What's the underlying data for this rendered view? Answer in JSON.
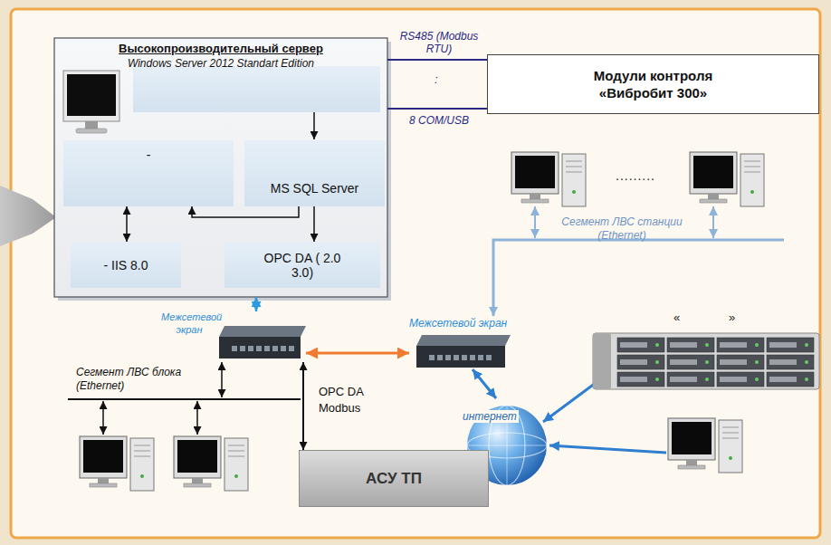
{
  "diagram": {
    "nodes": [
      {
        "text": [
          "Высокопроизводительный сервер",
          "Windows Server 2012 Standart Edition"
        ]
      },
      {
        "text": [
          "-"
        ],
        "in": 0
      },
      {
        "text": [
          "MS SQL Server"
        ],
        "in": 0
      },
      {
        "text": [
          "- IIS 8.0"
        ],
        "in": 0
      },
      {
        "text": [
          "OPC DA ( 2.0 3.0)"
        ],
        "in": 0
      },
      {
        "text": [
          "Модули контроля «Вибробит 300»"
        ]
      },
      {
        "text": [
          "Межсетевой экран"
        ]
      },
      {
        "text": [
          "Межсетевой экран"
        ]
      },
      {
        "text": [
          "интернет"
        ]
      },
      {
        "text": [
          "АСУ ТП"
        ]
      }
    ],
    "edges": [
      {
        "from": 0,
        "to": 5,
        "arrow": "none",
        "label": "RS485 (Modbus RTU)"
      },
      {
        "from": 0,
        "to": 5,
        "arrow": "none",
        "label": "8 COM/USB"
      },
      {
        "from": 2,
        "to": 1,
        "arrow": "to"
      },
      {
        "from": 1,
        "to": 3,
        "arrow": "both"
      },
      {
        "from": 2,
        "to": 4,
        "arrow": "to"
      },
      {
        "from": 0,
        "to": 6,
        "arrow": "both"
      },
      {
        "from": 6,
        "to": 7,
        "arrow": "both"
      },
      {
        "from": 6,
        "to": 9,
        "arrow": "both",
        "label": "OPC DA Modbus"
      },
      {
        "from": 7,
        "to": 8,
        "arrow": "both"
      }
    ],
    "labels": [
      ":",
      "Сегмент ЛВС блока (Ethernet)",
      "Сегмент ЛВС станции (Ethernet)",
      ".........",
      "«",
      "»"
    ]
  }
}
